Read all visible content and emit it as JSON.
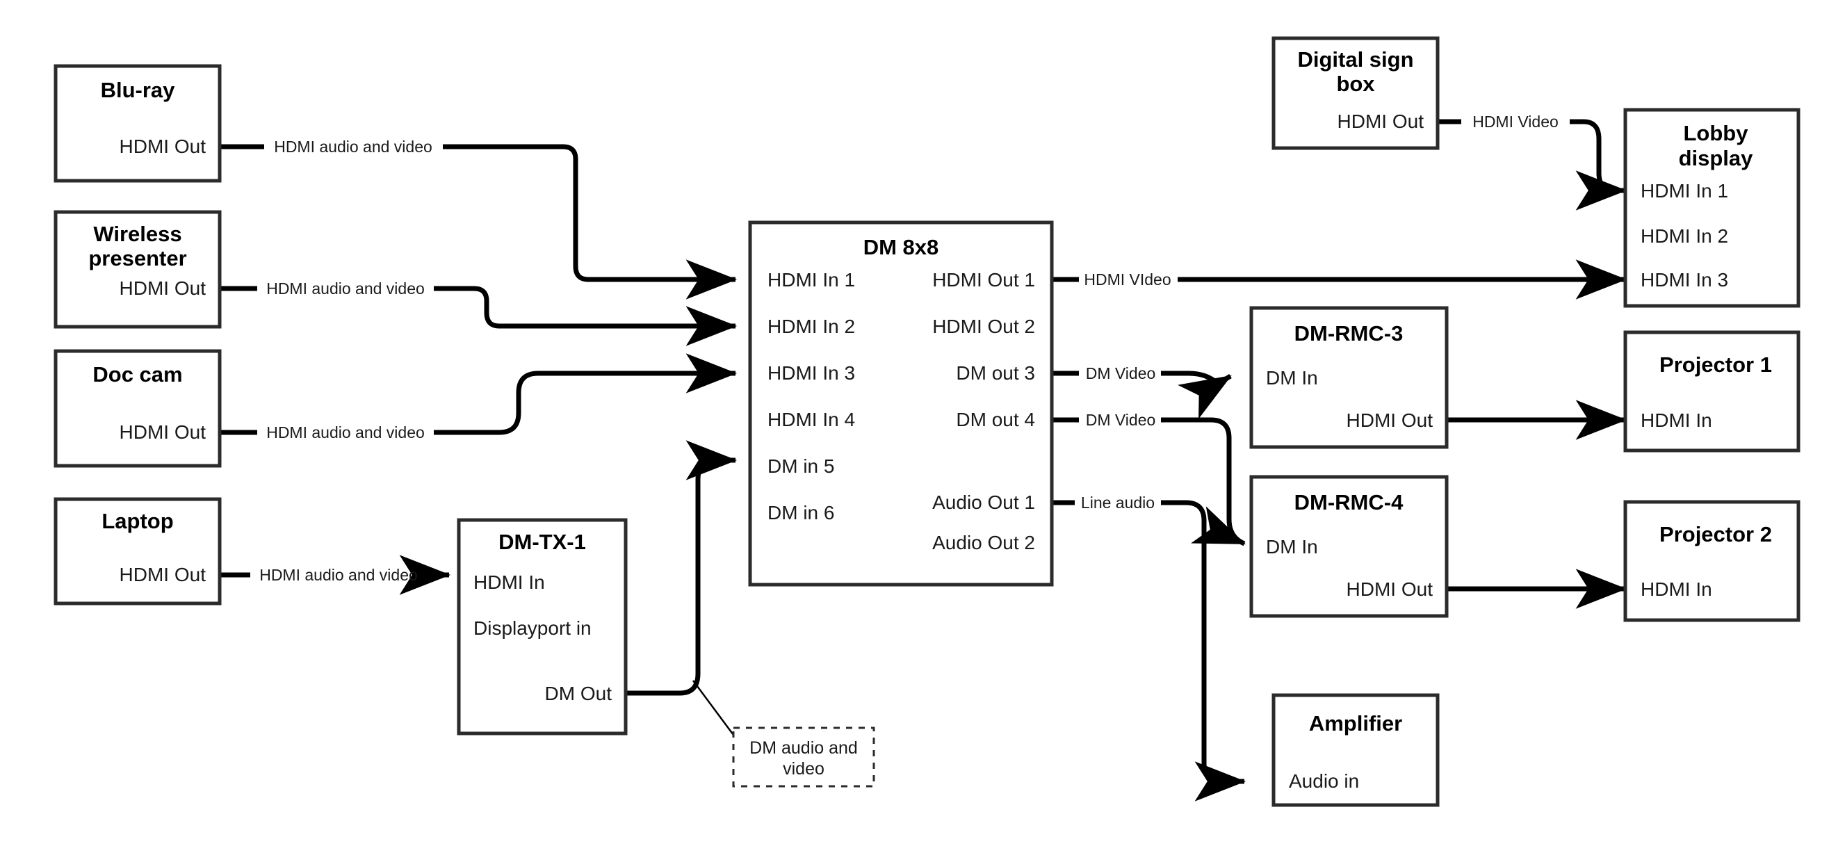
{
  "diagram": {
    "type": "av-signal-flow",
    "colors": {
      "background": "#ffffff",
      "box_stroke": "#2b2b2b",
      "wire": "#000000",
      "text": "#1a1a1a"
    },
    "nodes": {
      "bluray": {
        "title": "Blu-ray",
        "ports": {
          "out1": "HDMI Out"
        }
      },
      "wireless_presenter": {
        "title_line1": "Wireless",
        "title_line2": "presenter",
        "ports": {
          "out1": "HDMI Out"
        }
      },
      "doc_cam": {
        "title": "Doc cam",
        "ports": {
          "out1": "HDMI Out"
        }
      },
      "laptop": {
        "title": "Laptop",
        "ports": {
          "out1": "HDMI Out"
        }
      },
      "dm_tx_1": {
        "title": "DM-TX-1",
        "ports": {
          "in1": "HDMI In",
          "in2": "Displayport in",
          "out1": "DM Out"
        }
      },
      "dm_8x8": {
        "title": "DM 8x8",
        "inputs": [
          "HDMI In 1",
          "HDMI In 2",
          "HDMI In 3",
          "HDMI In 4",
          "DM in 5",
          "DM in 6"
        ],
        "outputs": [
          "HDMI Out 1",
          "HDMI Out 2",
          "DM out 3",
          "DM out 4",
          "Audio Out 1",
          "Audio Out 2"
        ]
      },
      "digital_sign_box": {
        "title_line1": "Digital sign",
        "title_line2": "box",
        "ports": {
          "out1": "HDMI Out"
        }
      },
      "lobby_display": {
        "title_line1": "Lobby",
        "title_line2": "display",
        "inputs": [
          "HDMI In 1",
          "HDMI In 2",
          "HDMI In 3"
        ]
      },
      "dm_rmc_3": {
        "title": "DM-RMC-3",
        "ports": {
          "in1": "DM In",
          "out1": "HDMI Out"
        }
      },
      "dm_rmc_4": {
        "title": "DM-RMC-4",
        "ports": {
          "in1": "DM In",
          "out1": "HDMI Out"
        }
      },
      "projector_1": {
        "title": "Projector 1",
        "ports": {
          "in1": "HDMI In"
        }
      },
      "projector_2": {
        "title": "Projector 2",
        "ports": {
          "in1": "HDMI In"
        }
      },
      "amplifier": {
        "title": "Amplifier",
        "ports": {
          "in1": "Audio in"
        }
      }
    },
    "callouts": {
      "dm_audio_video": {
        "line1": "DM audio and",
        "line2": "video"
      }
    },
    "edges": {
      "bluray_to_dm": "HDMI audio and video",
      "wireless_to_dm": "HDMI audio and video",
      "doccam_to_dm": "HDMI audio and video",
      "laptop_to_tx": "HDMI audio and video",
      "sign_to_lobby": "HDMI Video",
      "dm_out1_to_lobby": "HDMI VIdeo",
      "dm_out3_to_rmc3": "DM Video",
      "dm_out4_to_rmc4": "DM Video",
      "dm_audio1_to_amp": "Line audio"
    }
  }
}
